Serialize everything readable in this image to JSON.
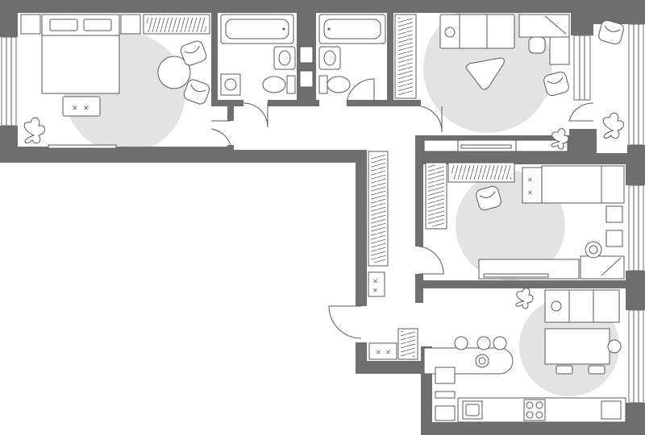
{
  "plan": {
    "type": "apartment-floor-plan",
    "room_count": 3,
    "rooms": [
      {
        "id": "bedroom",
        "icons": [
          "double-bed-icon",
          "wardrobe-icon",
          "armchair-icon",
          "round-table-icon",
          "dresser-icon",
          "plant-icon"
        ]
      },
      {
        "id": "bathroom-1",
        "icons": [
          "bathtub-icon",
          "sink-icon",
          "washing-machine-icon",
          "toilet-icon"
        ]
      },
      {
        "id": "bathroom-2",
        "icons": [
          "bathtub-icon",
          "sink-icon",
          "toilet-icon"
        ]
      },
      {
        "id": "living-room",
        "icons": [
          "sofa-icon",
          "desk-icon",
          "office-chair-icon",
          "triangle-table-icon",
          "armchair-icon",
          "plant-icon",
          "shelving-icon"
        ]
      },
      {
        "id": "hallway",
        "icons": [
          "wardrobe-icon",
          "cabinet-icon"
        ]
      },
      {
        "id": "kids-room",
        "icons": [
          "bed-icon",
          "wardrobe-icon",
          "armchair-icon",
          "desk-icon",
          "office-chair-icon"
        ]
      },
      {
        "id": "kitchen",
        "icons": [
          "sofa-icon",
          "dining-table-icon",
          "chair-icon",
          "bar-counter-icon",
          "stove-icon",
          "sink-icon",
          "plant-icon"
        ]
      }
    ],
    "colors": {
      "wall": "#6f6f6f",
      "zone": "#e3e3e3",
      "line": "#5a5a5a",
      "background": "#ffffff"
    }
  }
}
